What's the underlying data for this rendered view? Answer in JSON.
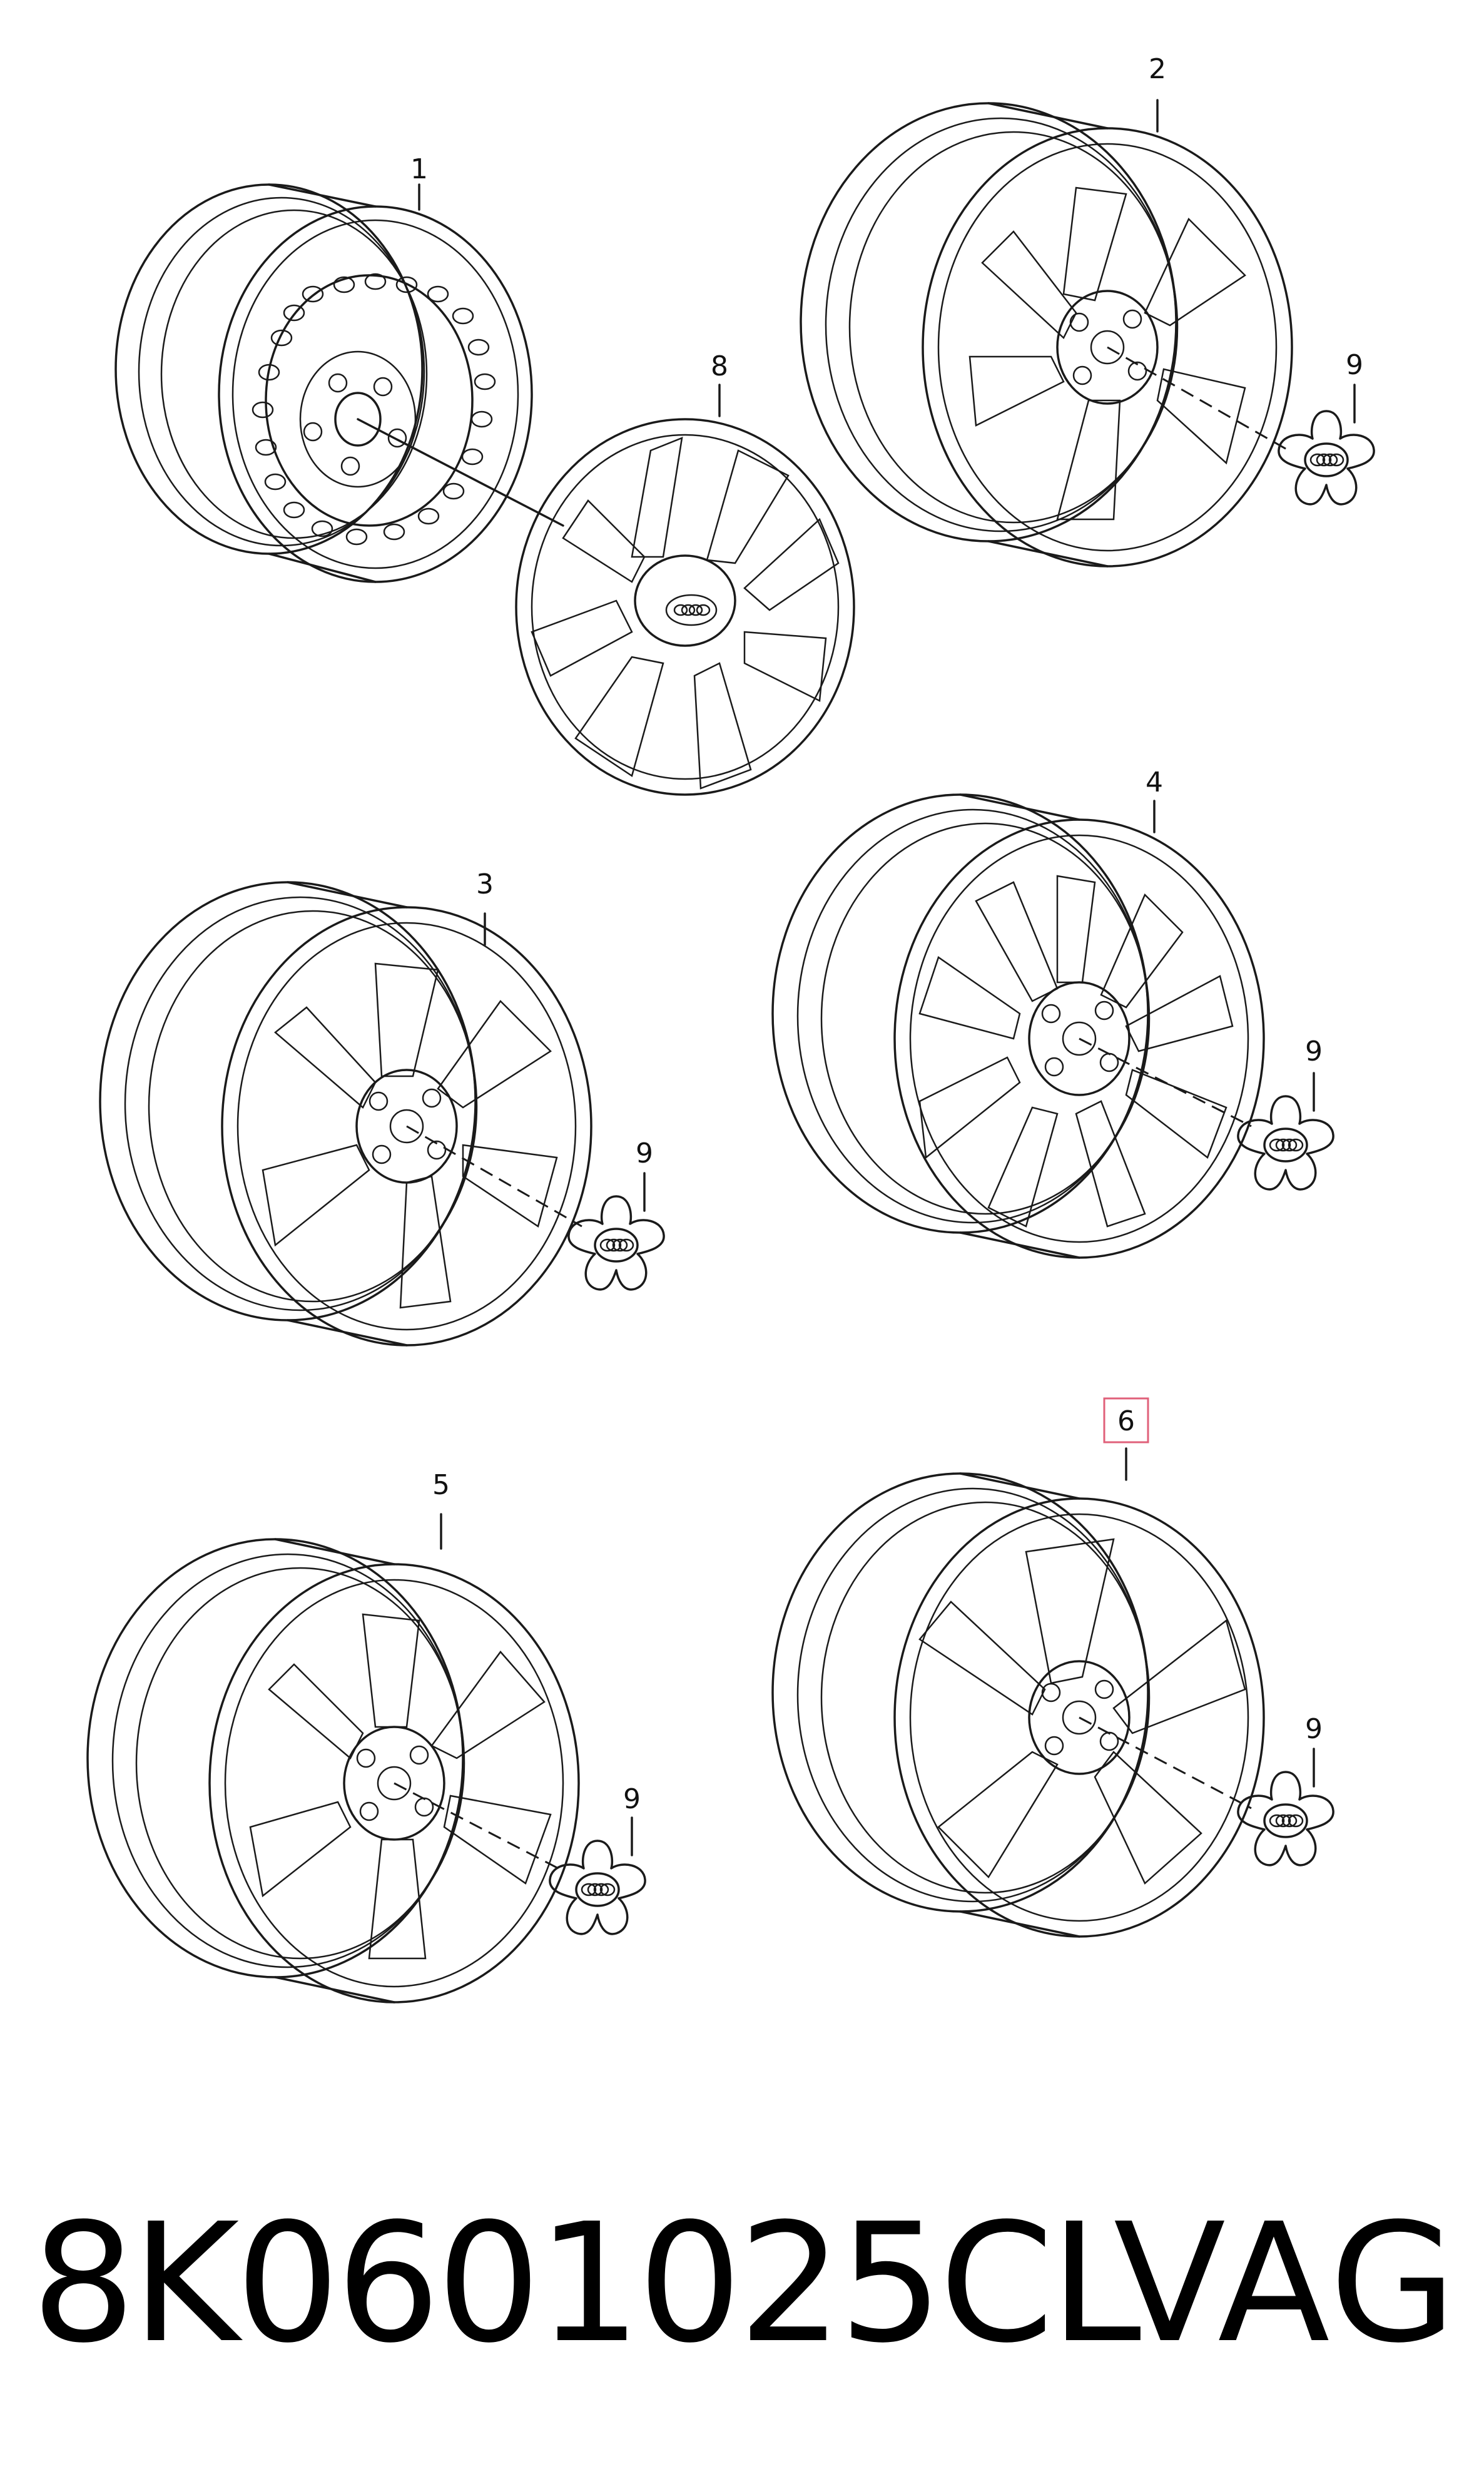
{
  "diagram": {
    "callouts": [
      "1",
      "2",
      "3",
      "4",
      "5",
      "6",
      "8",
      "9",
      "9",
      "9",
      "9",
      "9"
    ],
    "highlighted_callout": "6",
    "highlight_color": "#e0607a",
    "logo": "four-rings-logo"
  },
  "footer": {
    "part_number": "8K0601025CL",
    "brand": "VAG"
  }
}
